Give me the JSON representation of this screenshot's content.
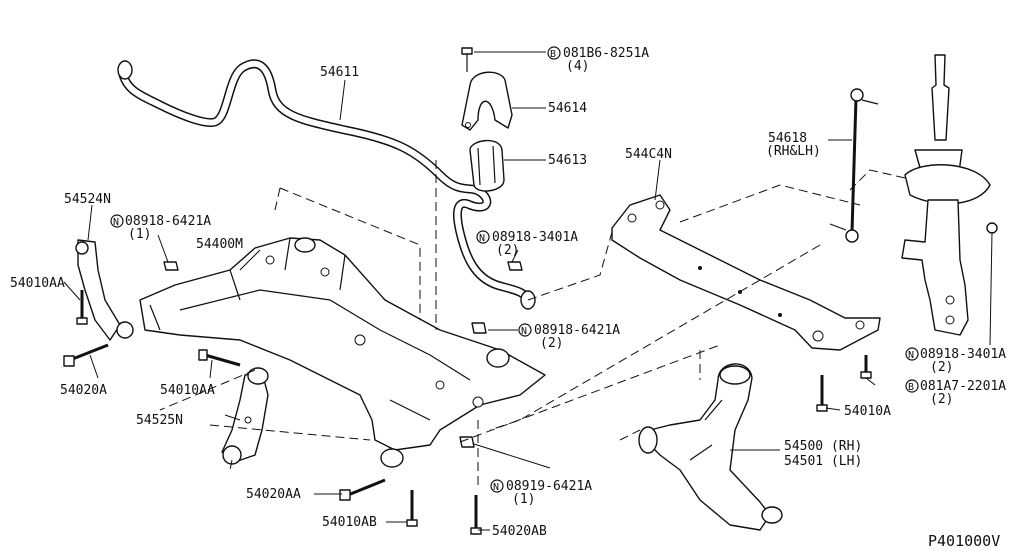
{
  "diagram_code": "P401000V",
  "labels": {
    "p54611": "54611",
    "p54614": "54614",
    "p54613": "54613",
    "b_bolt_top": "081B6-8251A",
    "b_bolt_top_qty": "(4)",
    "p544C4N": "544C4N",
    "p54618": "54618",
    "p54618_note": "(RH&LH)",
    "p54524N": "54524N",
    "n_08918_6421A_a": "08918-6421A",
    "n_08918_6421A_a_qty": "(1)",
    "p54400M": "54400M",
    "n_08918_3401A_mid": "08918-3401A",
    "n_08918_3401A_mid_qty": "(2)",
    "p54010AA_left": "54010AA",
    "n_08918_6421A_b": "08918-6421A",
    "n_08918_6421A_b_qty": "(2)",
    "n_08918_3401A_right": "08918-3401A",
    "n_08918_3401A_right_qty": "(2)",
    "p54020A": "54020A",
    "p54010AA_mid": "54010AA",
    "b_081A7_2201A": "081A7-2201A",
    "b_081A7_2201A_qty": "(2)",
    "p54525N": "54525N",
    "p54010A": "54010A",
    "p54500": "54500 (RH)",
    "p54501": "54501 (LH)",
    "n_08919_6421A": "08919-6421A",
    "n_08919_6421A_qty": "(1)",
    "p54020AA": "54020AA",
    "p54010AB": "54010AB",
    "p54020AB": "54020AB"
  },
  "markers": {
    "N": "N",
    "B": "B"
  }
}
